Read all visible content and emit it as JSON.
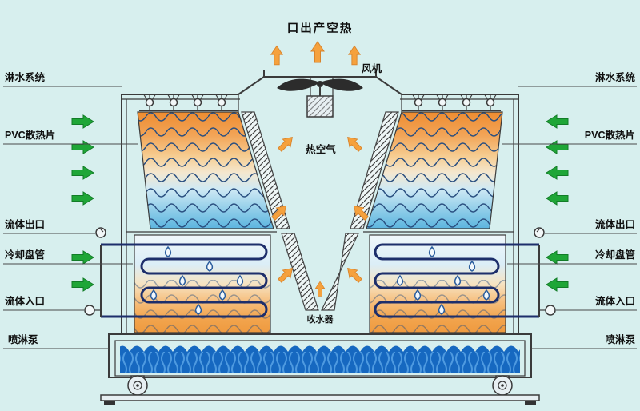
{
  "colors": {
    "bg": "#d7efee",
    "green": "#1fa637",
    "orange": "#f5a13d",
    "water": "#1668c0",
    "water2": "#54a0e4",
    "coil": "#1d2e6b",
    "line": "#3b3b3b",
    "text": "#101010"
  },
  "labels": {
    "top_outlet": "口出产空热",
    "fan": "风机",
    "hot_air": "热空气",
    "water_collector": "收水器",
    "spray_system": "淋水系统",
    "pvc_fin": "PVC散热片",
    "fluid_outlet": "流体出口",
    "cooling_coil": "冷却盘管",
    "fluid_inlet": "流体入口",
    "spray_pump": "喷淋泵"
  },
  "icons": {
    "air_inlet_arrow": "green horizontal arrow",
    "hot_air_arrow": "orange arrow",
    "fan_icon": "axial fan propeller with motor",
    "nozzle_icon": "spray nozzle",
    "gauge_icon": "round gauge",
    "pump_icon": "volute pump",
    "droplet_icon": "water drop",
    "eliminator_icon": "hatched drift eliminator band"
  }
}
